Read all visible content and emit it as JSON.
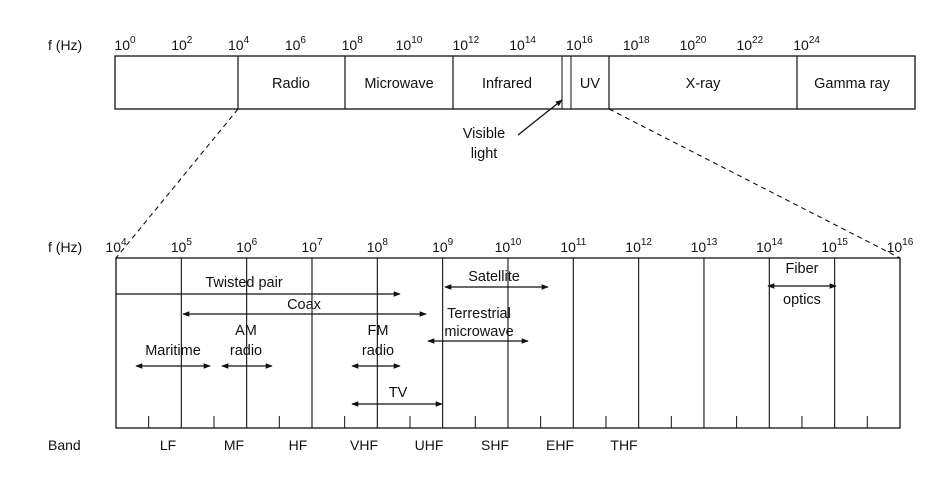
{
  "top_scale": {
    "unit_label": "f (Hz)",
    "base": "10",
    "exponents": [
      "0",
      "2",
      "4",
      "6",
      "8",
      "10",
      "12",
      "14",
      "16",
      "18",
      "20",
      "22",
      "24"
    ],
    "regions": [
      "Radio",
      "Microwave",
      "Infrared",
      "UV",
      "X-ray",
      "Gamma ray"
    ]
  },
  "visible_light": {
    "line1": "Visible",
    "line2": "light"
  },
  "bottom_scale": {
    "unit_label": "f (Hz)",
    "base": "10",
    "exponents": [
      "4",
      "5",
      "6",
      "7",
      "8",
      "9",
      "10",
      "11",
      "12",
      "13",
      "14",
      "15",
      "16"
    ]
  },
  "media": {
    "twisted_pair": "Twisted pair",
    "coax": "Coax",
    "satellite": "Satellite",
    "terrestrial_1": "Terrestrial",
    "terrestrial_2": "microwave",
    "maritime": "Maritime",
    "am_1": "AM",
    "am_2": "radio",
    "fm_1": "FM",
    "fm_2": "radio",
    "tv": "TV",
    "fiber_1": "Fiber",
    "fiber_2": "optics"
  },
  "bands": {
    "row_label": "Band",
    "names": [
      "LF",
      "MF",
      "HF",
      "VHF",
      "UHF",
      "SHF",
      "EHF",
      "THF"
    ]
  }
}
